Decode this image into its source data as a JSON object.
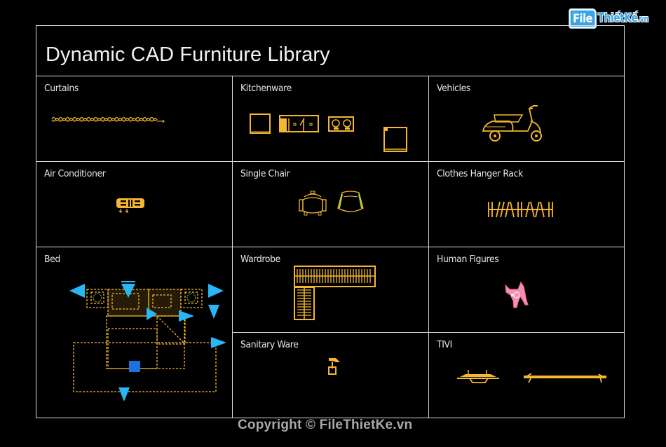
{
  "watermark": {
    "logo_box": "File",
    "logo_text": "ThiếtKế",
    "logo_suffix": ".vn"
  },
  "library": {
    "title": "Dynamic CAD Furniture Library",
    "cells": [
      {
        "label": "Curtains",
        "icon": "curtain-icon"
      },
      {
        "label": "Kitchenware",
        "icon": "kitchenware-icon"
      },
      {
        "label": "Vehicles",
        "icon": "scooter-icon"
      },
      {
        "label": "Air Conditioner",
        "icon": "air-conditioner-icon"
      },
      {
        "label": "Single Chair",
        "icon": "chair-icon"
      },
      {
        "label": "Clothes Hanger Rack",
        "icon": "hanger-rack-icon"
      },
      {
        "label": "Bed",
        "icon": "bed-icon"
      },
      {
        "label": "Wardrobe",
        "icon": "wardrobe-icon"
      },
      {
        "label": "Human Figures",
        "icon": "human-figure-icon"
      },
      {
        "label": "Sanitary Ware",
        "icon": "faucet-icon"
      },
      {
        "label": "TIVI",
        "icon": "tv-icon"
      }
    ]
  },
  "colors": {
    "background": "#000000",
    "grid_line": "#d8d8d8",
    "cad_yellow": "#f5b731",
    "grip_blue": "#29b6f6",
    "grip_square": "#1e6fe0",
    "human_pink": "#f48fb1",
    "chair_green": "#b5d33a"
  },
  "footer": {
    "copyright": "Copyright © FileThietKe.vn"
  }
}
